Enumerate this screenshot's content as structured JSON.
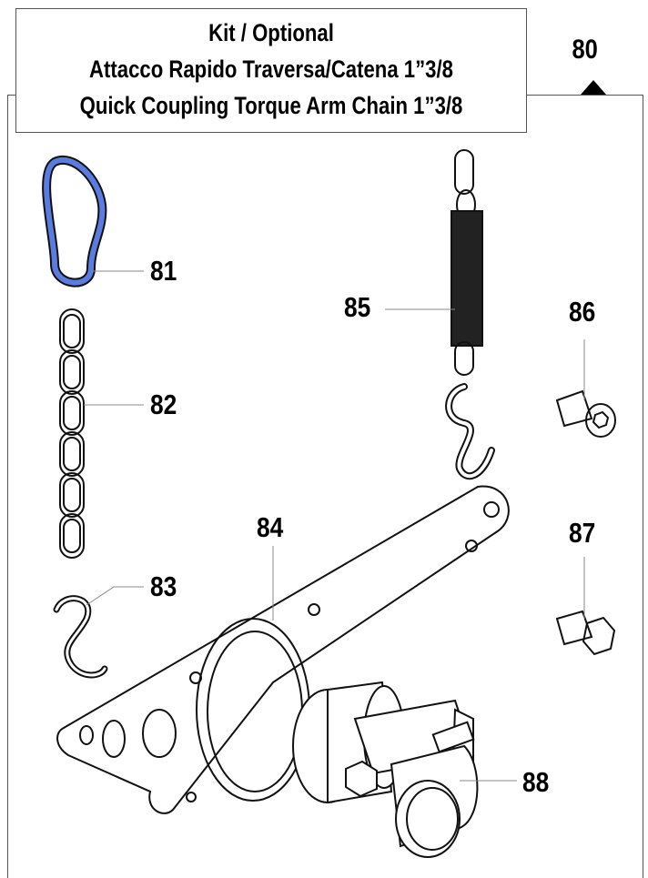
{
  "title": {
    "line1": "Kit / Optional",
    "line2": "Attacco Rapido Traversa/Catena 1”3/8",
    "line3": "Quick Coupling Torque Arm Chain 1”3/8"
  },
  "kit_ref": "80",
  "highlight_color": "#5b7be0",
  "parts": [
    {
      "num": "81"
    },
    {
      "num": "82"
    },
    {
      "num": "83"
    },
    {
      "num": "84"
    },
    {
      "num": "85"
    },
    {
      "num": "86"
    },
    {
      "num": "87"
    },
    {
      "num": "88"
    }
  ]
}
